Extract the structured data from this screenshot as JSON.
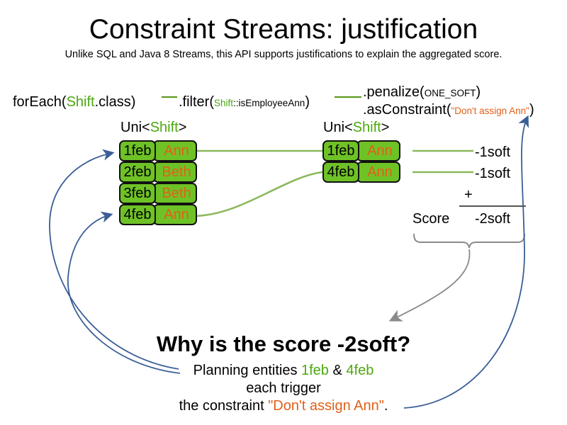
{
  "slide": {
    "title": "Constraint Streams: justification",
    "subtitle": "Unlike SQL and Java 8 Streams, this API supports justifications to explain the aggregated score."
  },
  "pipeline": {
    "for_each": {
      "prefix": "forEach(",
      "type": "Shift",
      "suffix": ".class)"
    },
    "filter": {
      "prefix": ".filter(",
      "ref_type": "Shift",
      "ref_method": "::isEmployeeAnn",
      "suffix": ")"
    },
    "penalize": {
      "prefix": ".penalize(",
      "weight": "ONE_SOFT",
      "suffix": ")"
    },
    "as_constraint": {
      "prefix": ".asConstraint(",
      "name": "\"Don't assign Ann\"",
      "suffix": ")"
    }
  },
  "streams": {
    "left": {
      "header": {
        "prefix": "Uni<",
        "type": "Shift",
        "suffix": ">"
      },
      "rows": [
        {
          "date": "1feb",
          "employee": "Ann"
        },
        {
          "date": "2feb",
          "employee": "Beth"
        },
        {
          "date": "3feb",
          "employee": "Beth"
        },
        {
          "date": "4feb",
          "employee": "Ann"
        }
      ]
    },
    "right": {
      "header": {
        "prefix": "Uni<",
        "type": "Shift",
        "suffix": ">"
      },
      "rows": [
        {
          "date": "1feb",
          "employee": "Ann",
          "impact": "-1soft"
        },
        {
          "date": "4feb",
          "employee": "Ann",
          "impact": "-1soft"
        }
      ]
    }
  },
  "score_summary": {
    "operator": "+",
    "label": "Score",
    "total": "-2soft"
  },
  "explanation": {
    "heading": "Why is the score -2soft?",
    "line1_pre": "Planning entities ",
    "line1_entity_a": "1feb",
    "line1_amp": " & ",
    "line1_entity_b": "4feb",
    "line2": "each trigger",
    "line3_pre": "the constraint ",
    "line3_constraint": "\"Don't assign Ann\"",
    "line3_post": "."
  },
  "colors": {
    "type_green": "#4ca80f",
    "string_orange": "#e0601a",
    "box_green": "#6fc226",
    "box_border": "#111111",
    "stream_line_green": "#8cb85c",
    "arrow_blue": "#3a5e96",
    "brace_gray": "#8a8a8a"
  }
}
